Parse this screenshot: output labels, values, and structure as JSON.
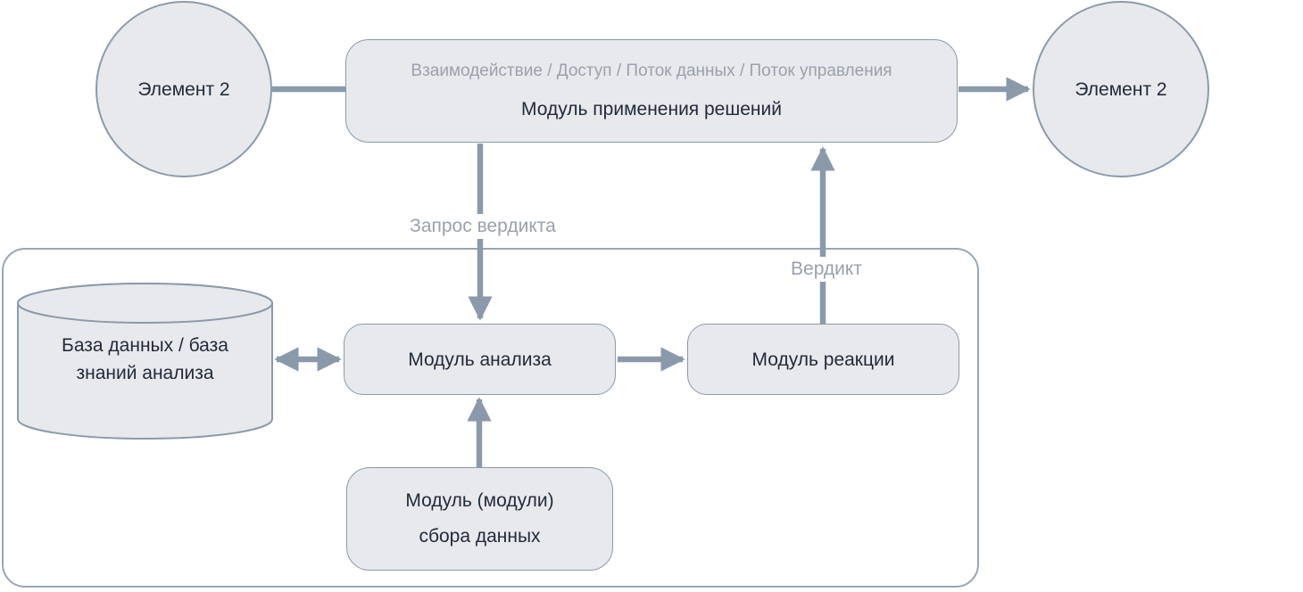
{
  "diagram": {
    "background": "#ffffff",
    "colors": {
      "node_fill": "#e8e9ed",
      "node_border": "#8b9aaa",
      "container_border": "#99a5b4",
      "arrow": "#8b9aaa",
      "text_dark": "#212b3a",
      "text_muted": "#9aa1ab"
    },
    "nodes": {
      "element_left": {
        "label": "Элемент 2"
      },
      "element_right": {
        "label": "Элемент 2"
      },
      "decision_module": {
        "subtitle": "Взаимодействие / Доступ / Поток данных / Поток управления",
        "title": "Модуль применения решений"
      },
      "database": {
        "line1": "База данных / база",
        "line2": "знаний анализа"
      },
      "analysis_module": {
        "label": "Модуль анализа"
      },
      "reaction_module": {
        "label": "Модуль реакции"
      },
      "collection_module": {
        "line1": "Модуль (модули)",
        "line2": "сбора данных"
      }
    },
    "edge_labels": {
      "verdict_request": "Запрос вердикта",
      "verdict": "Вердикт"
    }
  }
}
